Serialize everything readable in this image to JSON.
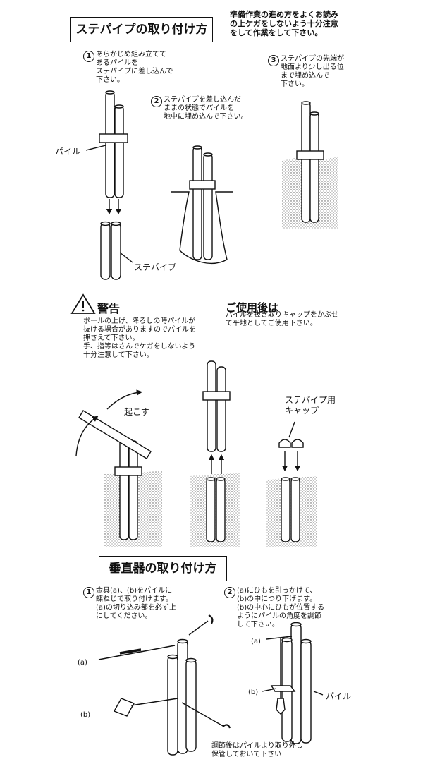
{
  "section1": {
    "title": "ステパイプの取り付け方",
    "preface": "準備作業の進め方をよくお読み\nの上ケガをしないよう十分注意\nをして作業をして下さい。",
    "step1": {
      "num": "1",
      "text": "あらかじめ組み立てて\nあるパイルを\nステパイプに差し込んで\n下さい。"
    },
    "step2": {
      "num": "2",
      "text": "ステパイプを差し込んだ\nままの状態でパイルを\n地中に埋め込んで下さい。"
    },
    "step3": {
      "num": "3",
      "text": "ステパイプの先端が\n地面より少し出る位\nまで埋め込んで\n下さい。"
    },
    "label_pile": "パイル",
    "label_stepipe": "ステパイプ"
  },
  "warning": {
    "heading": "警告",
    "text": "ポールの上げ、降ろしの時パイルが\n抜ける場合がありますのでパイルを\n押さえて下さい。\n手、指等はさんでケガをしないよう\n十分注意して下さい。",
    "label_raise": "起こす"
  },
  "after_use": {
    "heading": "ご使用後は",
    "text": "パイルを抜き取りキャップをかぶせ\nて平地としてご使用下さい。",
    "cap_label": "ステパイプ用\nキャップ"
  },
  "section2": {
    "title": "垂直器の取り付け方",
    "step1": {
      "num": "1",
      "text": "金具(a)、(b)をパイルに\n蝶ねじで取り付けます。\n(a)の切り込み部を必ず上\nにしてください。"
    },
    "step2": {
      "num": "2",
      "text": "(a)にひもを引っかけて、\n(b)の中につり下げます。\n(b)の中心にひもが位置する\nようにパイルの角度を調節\nして下さい。"
    },
    "label_a": "(a)",
    "label_b": "(b)",
    "label_pile": "パイル",
    "footer_note": "調節後はパイルより取り外し\n保管しておいて下さい"
  }
}
